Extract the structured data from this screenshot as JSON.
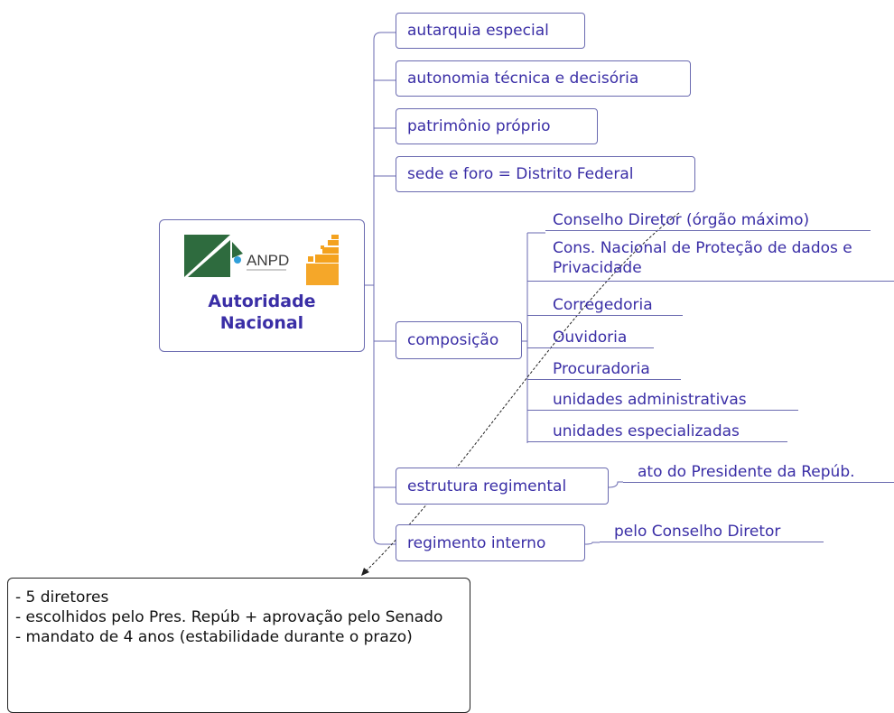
{
  "central": {
    "logo_text": "ANPD",
    "title_line1": "Autoridade",
    "title_line2": "Nacional"
  },
  "branches": [
    {
      "label": "autarquia especial"
    },
    {
      "label": "autonomia técnica e decisória"
    },
    {
      "label": "patrimônio próprio"
    },
    {
      "label": "sede e foro = Distrito Federal"
    },
    {
      "label": "composição",
      "children": [
        "Conselho Diretor (órgão máximo)",
        "Cons. Nacional de Proteção de dados e Privacidade",
        "Corregedoria",
        "Ouvidoria",
        "Procuradoria",
        "unidades administrativas",
        "unidades especializadas"
      ]
    },
    {
      "label": "estrutura regimental",
      "children": [
        "ato do Presidente da Repúb."
      ]
    },
    {
      "label": "regimento interno",
      "children": [
        "pelo Conselho Diretor"
      ]
    }
  ],
  "note": {
    "lines": [
      "- 5 diretores",
      "- escolhidos pelo Pres. Repúb + aprovação pelo Senado",
      "- mandato de 4 anos (estabilidade durante o prazo)"
    ]
  },
  "colors": {
    "node_text": "#3a2ea6",
    "node_border": "#6a6ab0",
    "logo_green": "#2e6b3e",
    "logo_orange": "#f4a21e"
  }
}
